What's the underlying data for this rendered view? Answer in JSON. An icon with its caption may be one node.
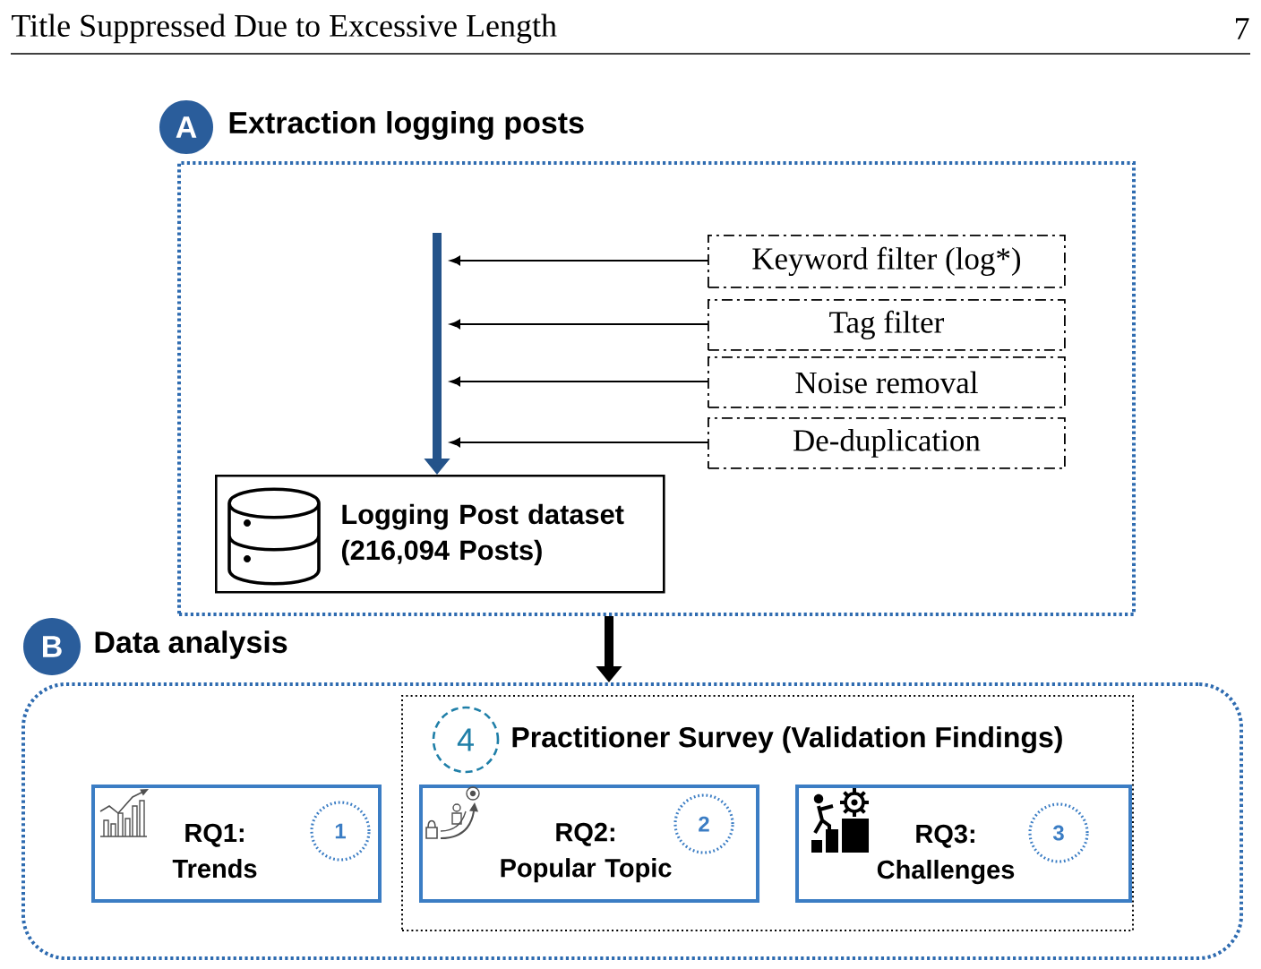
{
  "diagram": {
    "nodes": [
      {
        "text": [
          "A"
        ]
      },
      {
        "text": [
          "Extraction logging posts"
        ]
      },
      {
        "text": [
          "Keyword filter (log*)"
        ],
        "in": 1
      },
      {
        "text": [
          "Tag filter"
        ],
        "in": 1
      },
      {
        "text": [
          "Noise removal"
        ],
        "in": 1
      },
      {
        "text": [
          "De-duplication"
        ],
        "in": 1
      },
      {
        "text": [
          "Logging Post dataset (216,094 Posts)"
        ],
        "in": 1
      },
      {
        "text": [
          "B"
        ]
      },
      {
        "text": [
          "Data analysis"
        ]
      },
      {
        "text": [
          "Practitioner Survey (Validation Findings)"
        ],
        "in": 8
      },
      {
        "text": [
          "4"
        ],
        "in": 9
      },
      {
        "text": [
          "RQ1: Trends"
        ],
        "in": 8
      },
      {
        "text": [
          "1"
        ],
        "in": 11
      },
      {
        "text": [
          "RQ2: Popular Topic"
        ],
        "in": 9
      },
      {
        "text": [
          "2"
        ],
        "in": 13
      },
      {
        "text": [
          "RQ3: Challenges"
        ],
        "in": 9
      },
      {
        "text": [
          "3"
        ],
        "in": 15
      }
    ],
    "edges": [
      {
        "from": null,
        "to": 6,
        "arrow": "to",
        "style": "thick",
        "color": "#24538a"
      },
      {
        "from": 2,
        "to": null,
        "arrow": "to"
      },
      {
        "from": 3,
        "to": null,
        "arrow": "to"
      },
      {
        "from": 4,
        "to": null,
        "arrow": "to"
      },
      {
        "from": 5,
        "to": null,
        "arrow": "to"
      },
      {
        "from": 1,
        "to": 8,
        "arrow": "to",
        "style": "thick"
      }
    ],
    "labels": [
      "Title Suppressed Due to Excessive Length",
      "7"
    ]
  }
}
